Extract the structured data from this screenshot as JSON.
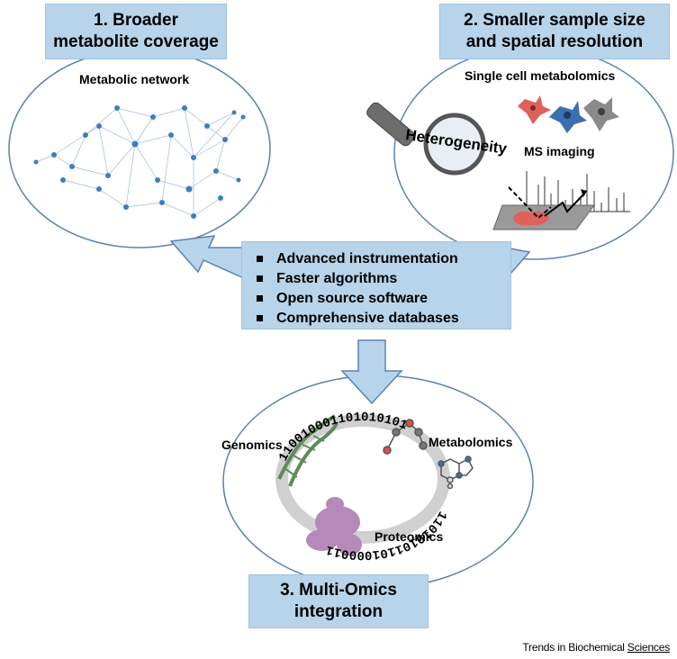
{
  "boxes": {
    "broader": {
      "line1": "1. Broader",
      "line2": "metabolite coverage"
    },
    "smaller": {
      "line1": "2. Smaller sample size",
      "line2": "and spatial resolution"
    },
    "multiomics": {
      "line1": "3. Multi-Omics",
      "line2": "integration"
    }
  },
  "center": {
    "items": [
      "Advanced instrumentation",
      "Faster algorithms",
      "Open source software",
      "Comprehensive databases"
    ]
  },
  "labels": {
    "network": "Metabolic network",
    "single_cell": "Single cell metabolomics",
    "heterogeneity": "Heterogeneity",
    "ms_imaging": "MS imaging",
    "genomics": "Genomics",
    "metabolomics": "Metabolomics",
    "proteomics": "Proteomics",
    "binary_top": "110010001101010101",
    "binary_bottom": "11010101101000011"
  },
  "footer": {
    "prefix": "Trends in Biochemical ",
    "suffix": "Sciences"
  },
  "colors": {
    "box_fill": "#b8d4ea",
    "ellipse_stroke": "#5b82b0",
    "node": "#3b7fc0",
    "cell_red": "#e0605a",
    "cell_blue": "#3b6fb0",
    "cell_gray": "#8a8a8a",
    "dna": "#5b8c5a",
    "protein": "#b68ab8"
  }
}
